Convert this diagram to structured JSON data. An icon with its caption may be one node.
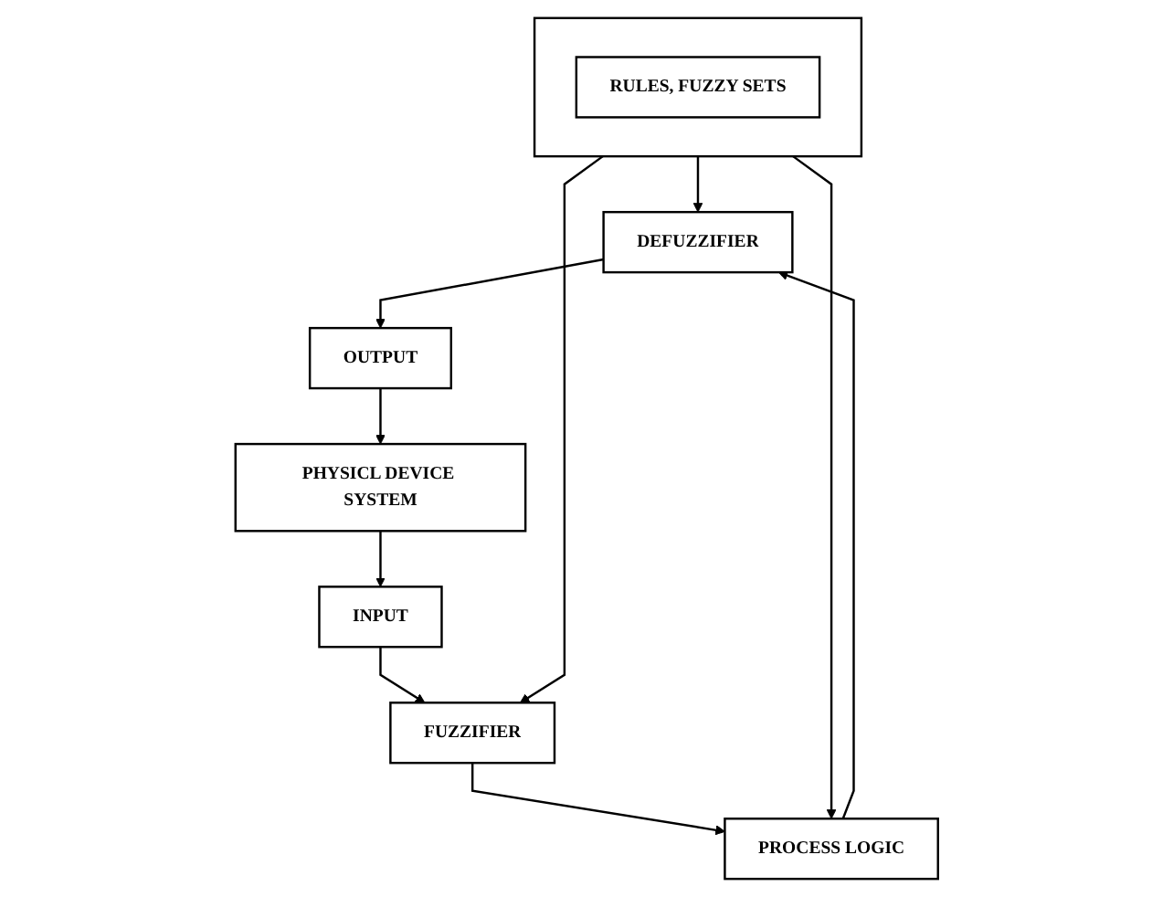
{
  "diagram": {
    "nodes": [
      {
        "text": [
          "OUTPUT"
        ]
      },
      {
        "text": [
          "DEFUZZIFIER"
        ]
      },
      {
        "text": [],
        "shape": "box"
      },
      {
        "text": [
          "RULES, FUZZY SETS"
        ],
        "in": 2
      },
      {
        "text": [
          "PHYSICL DEVICE SYSTEM"
        ]
      },
      {
        "text": [
          "PROCESS LOGIC"
        ]
      },
      {
        "text": [
          "FUZZIFIER"
        ]
      },
      {
        "text": [
          "INPUT"
        ]
      }
    ],
    "edges": [
      {
        "from": 1,
        "to": 0,
        "arrow": "to"
      },
      {
        "from": 0,
        "to": 4,
        "arrow": "to"
      },
      {
        "from": 2,
        "to": 1,
        "arrow": "to"
      },
      {
        "from": 2,
        "to": 5,
        "arrow": "to"
      },
      {
        "from": 2,
        "to": 6,
        "arrow": "to"
      },
      {
        "from": 6,
        "to": 5,
        "arrow": "to"
      },
      {
        "from": 5,
        "to": 1,
        "arrow": "to"
      },
      {
        "from": 4,
        "to": 7,
        "arrow": "to"
      },
      {
        "from": 7,
        "to": 6,
        "arrow": "to"
      }
    ]
  }
}
